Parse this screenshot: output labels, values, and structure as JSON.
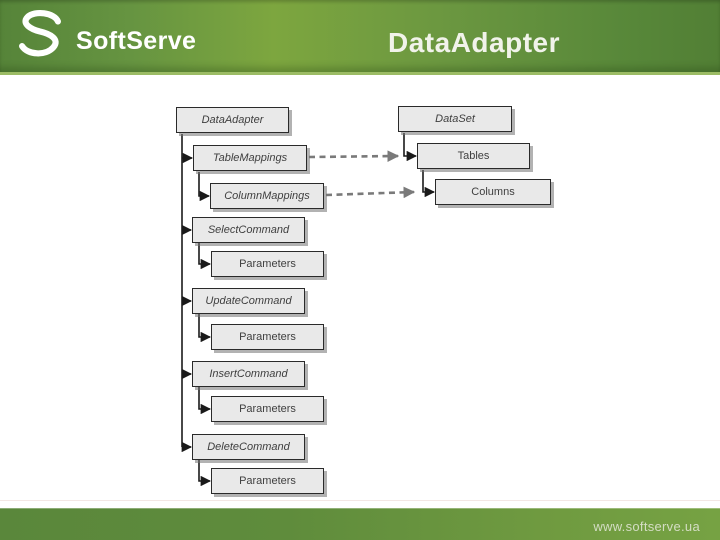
{
  "header": {
    "logo_text": "SoftServe",
    "title": "DataAdapter"
  },
  "footer": {
    "url": "www.softserve.ua"
  },
  "diagram": {
    "adapter_tree": [
      {
        "label": "DataAdapter"
      },
      {
        "label": "TableMappings"
      },
      {
        "label": "ColumnMappings"
      },
      {
        "label": "SelectCommand"
      },
      {
        "label": "Parameters"
      },
      {
        "label": "UpdateCommand"
      },
      {
        "label": "Parameters"
      },
      {
        "label": "InsertCommand"
      },
      {
        "label": "Parameters"
      },
      {
        "label": "DeleteCommand"
      },
      {
        "label": "Parameters"
      }
    ],
    "dataset_tree": [
      {
        "label": "DataSet"
      },
      {
        "label": "Tables"
      },
      {
        "label": "Columns"
      }
    ],
    "relations": [
      {
        "from": "TableMappings",
        "to": "Tables",
        "style": "dashed"
      },
      {
        "from": "ColumnMappings",
        "to": "Columns",
        "style": "dashed"
      }
    ]
  },
  "colors": {
    "header_green": "#669441",
    "header_green_light": "#7da63f",
    "header_green_dark": "#527f35",
    "footer_green": "#6f9a40",
    "node_fill": "#e9e9e9",
    "node_border": "#2a2a2a",
    "node_text": "#3f3f3f",
    "connector": "#1a1a1a",
    "dashed_connector": "#7a7a7a",
    "title_text": "#f1f3ea",
    "footer_text": "#d4ddc4"
  }
}
